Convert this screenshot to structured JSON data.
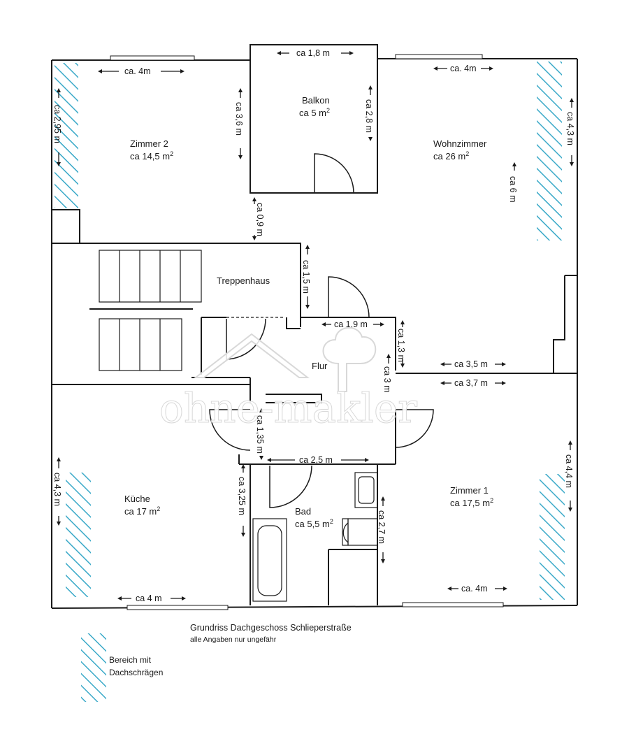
{
  "colors": {
    "wall": "#1a1a1a",
    "hatch": "#3aa9c8",
    "background": "#ffffff"
  },
  "rooms": {
    "zimmer2": {
      "name": "Zimmer 2",
      "area": "ca 14,5 m",
      "sup": "2"
    },
    "balkon": {
      "name": "Balkon",
      "area": "ca 5 m",
      "sup": "2"
    },
    "wohnzimmer": {
      "name": "Wohnzimmer",
      "area": "ca 26 m",
      "sup": "2"
    },
    "treppenhaus": {
      "name": "Treppenhaus"
    },
    "flur": {
      "name": "Flur"
    },
    "kueche": {
      "name": "Küche",
      "area": "ca 17 m",
      "sup": "2"
    },
    "bad": {
      "name": "Bad",
      "area": "ca 5,5 m",
      "sup": "2"
    },
    "zimmer1": {
      "name": "Zimmer 1",
      "area": "ca 17,5 m",
      "sup": "2"
    }
  },
  "dimensions": {
    "z2_width": "ca. 4m",
    "z2_height": "ca 2,95 m",
    "z2_inner": "ca 3,6 m",
    "balkon_width": "ca 1,8 m",
    "balkon_depth": "ca 2,8 m",
    "passage": "ca 0,9 m",
    "wz_width": "ca. 4m",
    "wz_slope": "ca 4,3 m",
    "wz_depth": "ca 6 m",
    "treppe": "ca 1,5 m",
    "flur_top": "ca 1,9 m",
    "flur_right": "ca 1,3 m",
    "wz_lower": "ca 3,5 m",
    "z1_top": "ca 3,7 m",
    "flur_len": "ca 3 m",
    "flur_small": "ca 1,35 m",
    "bad_width": "ca 2,5 m",
    "kueche_side": "ca 3,25 m",
    "bad_depth": "ca 2,7 m",
    "kueche_slope": "ca 4,3 m",
    "kueche_width": "ca 4 m",
    "z1_slope": "ca 4,4 m",
    "z1_width": "ca. 4m"
  },
  "caption": {
    "title": "Grundriss Dachgeschoss Schlieperstraße",
    "subtitle": "alle Angaben nur ungefähr"
  },
  "legend": {
    "line1": "Bereich mit",
    "line2": "Dachschrägen"
  },
  "watermark": {
    "text": "ohne-makler"
  }
}
